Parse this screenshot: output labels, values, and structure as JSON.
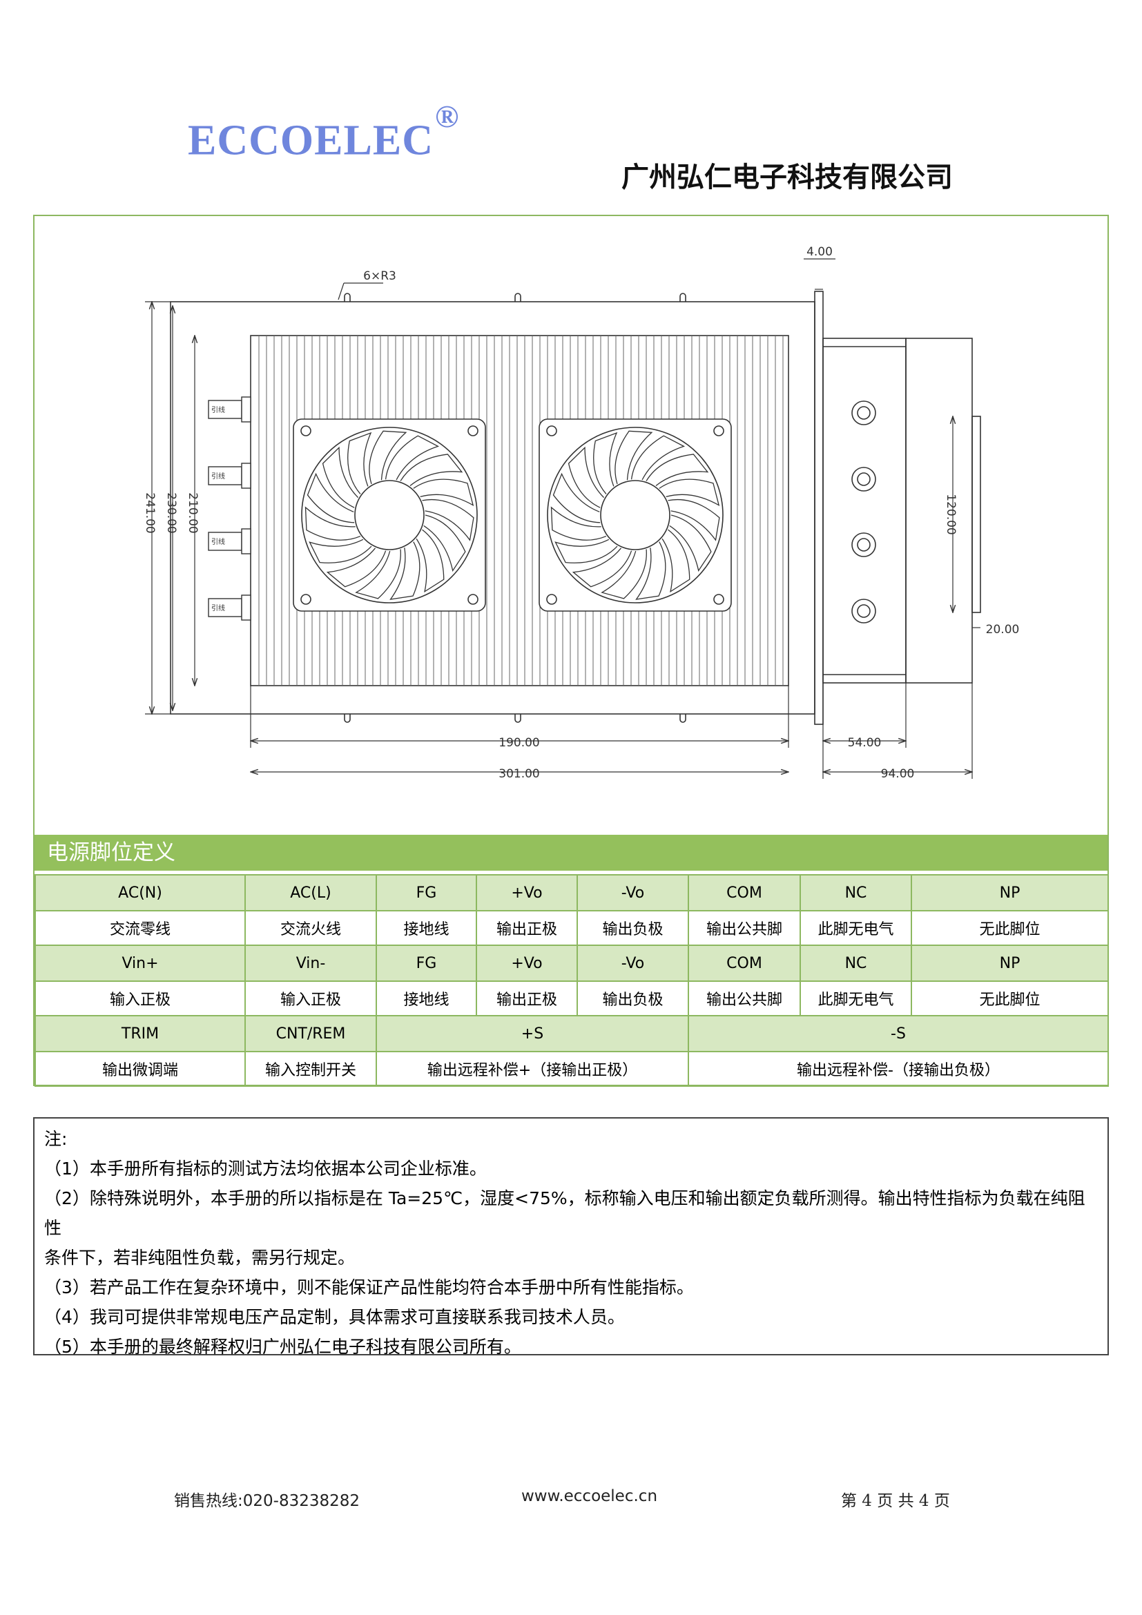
{
  "header": {
    "logo": "ECCOELEC",
    "logo_mark": "®",
    "company": "广州弘仁电子科技有限公司"
  },
  "drawing": {
    "labels": {
      "fillet": "6×R3",
      "thickness": "4.00",
      "height_241": "241.00",
      "height_230": "230.00",
      "height_210": "210.00",
      "width_190": "190.00",
      "width_301": "301.00",
      "side_54": "54.00",
      "side_94": "94.00",
      "side_120": "120.00",
      "side_20": "20.00",
      "terminal_tag": "引线"
    }
  },
  "section_title": "电源脚位定义",
  "pin_table": {
    "row1": [
      "AC(N)",
      "AC(L)",
      "FG",
      "+Vo",
      "-Vo",
      "COM",
      "NC",
      "NP"
    ],
    "row2": [
      "交流零线",
      "交流火线",
      "接地线",
      "输出正极",
      "输出负极",
      "输出公共脚",
      "此脚无电气",
      "无此脚位"
    ],
    "row3": [
      "Vin+",
      "Vin-",
      "FG",
      "+Vo",
      "-Vo",
      "COM",
      "NC",
      "NP"
    ],
    "row4": [
      "输入正极",
      "输入正极",
      "接地线",
      "输出正极",
      "输出负极",
      "输出公共脚",
      "此脚无电气",
      "无此脚位"
    ],
    "row5": [
      "TRIM",
      "CNT/REM",
      "+S",
      "-S"
    ],
    "row6": [
      "输出微调端",
      "输入控制开关",
      "输出远程补偿+（接输出正极）",
      "输出远程补偿-（接输出负极）"
    ]
  },
  "notes": {
    "title": "注:",
    "items": [
      "（1）本手册所有指标的测试方法均依据本公司企业标准。",
      "（2）除特殊说明外，本手册的所以指标是在 Ta=25℃，湿度<75%，标称输入电压和输出额定负载所测得。输出特性指标为负载在纯阻性",
      "条件下，若非纯阻性负载，需另行规定。",
      "（3）若产品工作在复杂环境中，则不能保证产品性能均符合本手册中所有性能指标。",
      "（4）我司可提供非常规电压产品定制，具体需求可直接联系我司技术人员。",
      "（5）本手册的最终解释权归广州弘仁电子科技有限公司所有。"
    ]
  },
  "footer": {
    "hotline": "销售热线:020-83238282",
    "website": "www.eccoelec.cn",
    "page": "第 4 页 共 4 页"
  },
  "colors": {
    "logo": "#6f86dd",
    "accent_green": "#94c05c",
    "header_row": "#d7e8c2"
  }
}
